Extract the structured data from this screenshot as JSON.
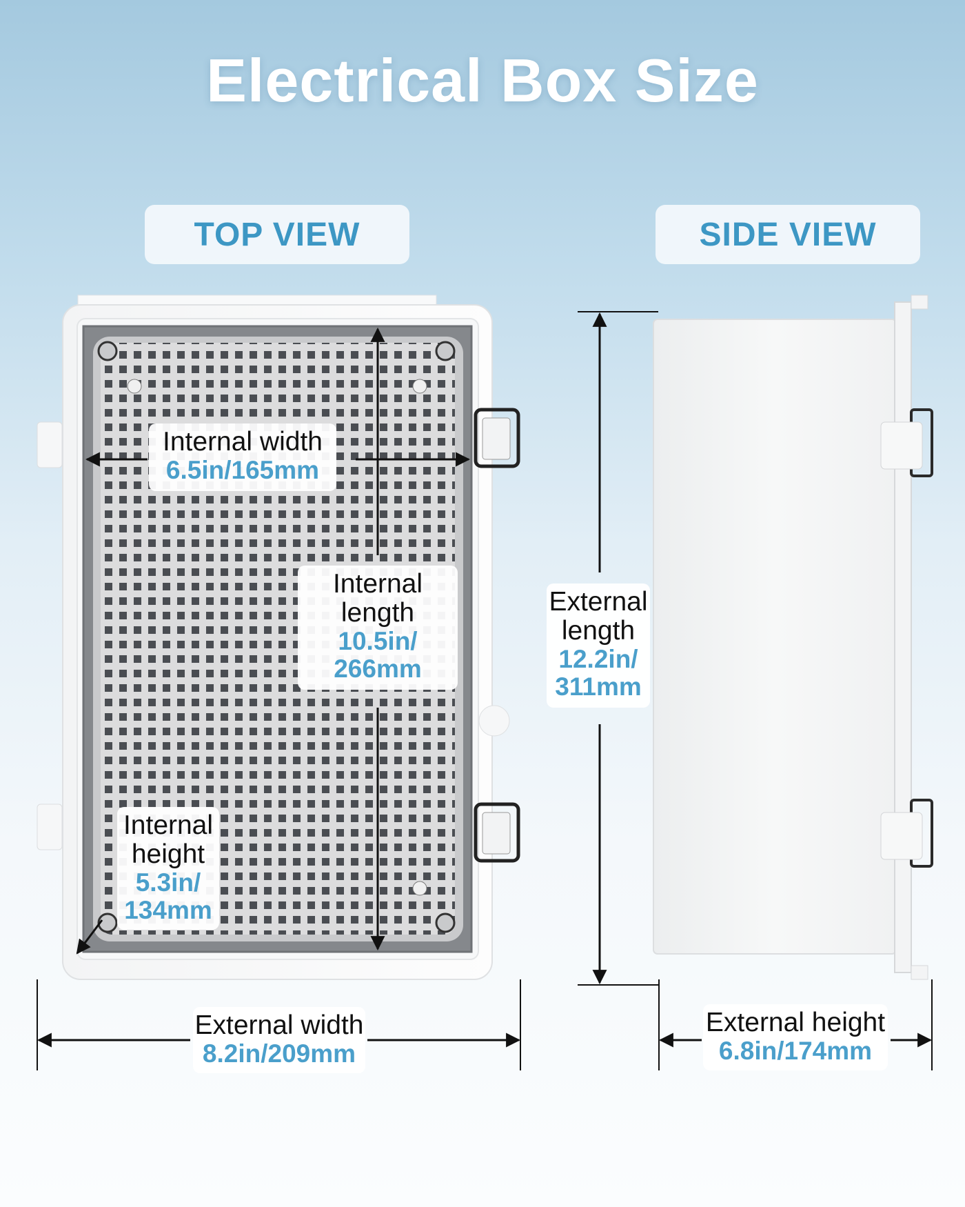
{
  "title": "Electrical Box Size",
  "views": {
    "top": "TOP VIEW",
    "side": "SIDE VIEW"
  },
  "dimensions": {
    "internal_width": {
      "label": "Internal width",
      "value": "6.5in/165mm"
    },
    "internal_length": {
      "label": "Internal length",
      "value_line1": "10.5in/",
      "value_line2": "266mm"
    },
    "internal_height": {
      "label_line1": "Internal",
      "label_line2": "height",
      "value_line1": "5.3in/",
      "value_line2": "134mm"
    },
    "external_width": {
      "label": "External width",
      "value": "8.2in/209mm"
    },
    "external_length": {
      "label_line1": "External",
      "label_line2": "length",
      "value_line1": "12.2in/",
      "value_line2": "311mm"
    },
    "external_height": {
      "label": "External height",
      "value": "6.8in/174mm"
    }
  },
  "colors": {
    "accent": "#4a9fcb",
    "pill_text": "#3d97c4",
    "title": "#ffffff"
  }
}
